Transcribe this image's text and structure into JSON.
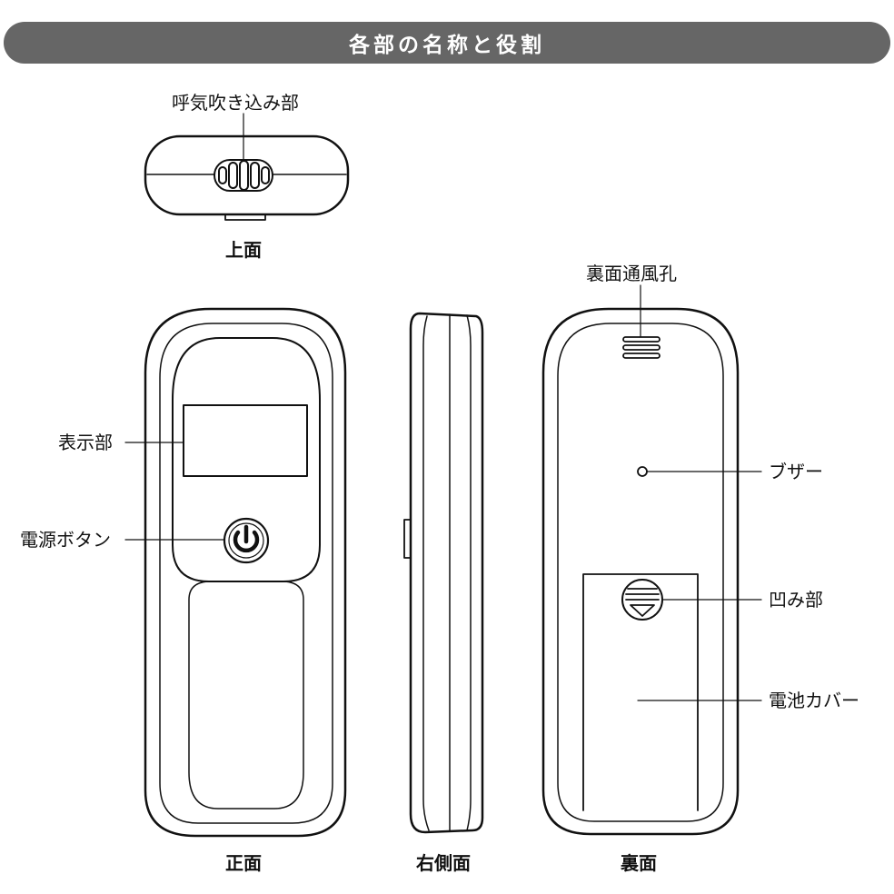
{
  "header": {
    "title": "各部の名称と役割"
  },
  "views": {
    "top": "上面",
    "front": "正面",
    "right_side": "右側面",
    "back": "裏面"
  },
  "callouts": {
    "breath_inlet": "呼気吹き込み部",
    "display": "表示部",
    "power_button": "電源ボタン",
    "back_vent": "裏面通風孔",
    "buzzer": "ブザー",
    "recess": "凹み部",
    "battery_cover": "電池カバー"
  }
}
